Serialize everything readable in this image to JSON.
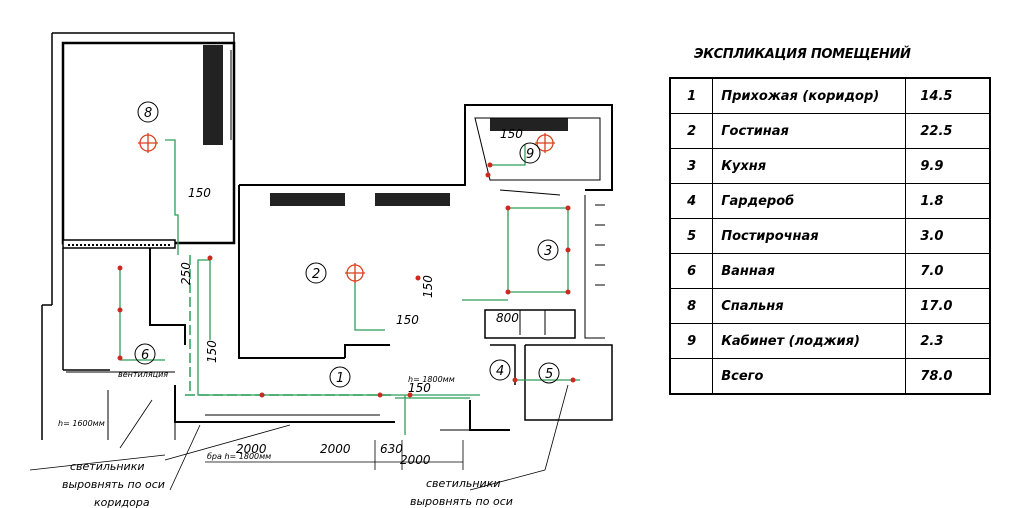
{
  "explication": {
    "title": "ЭКСПЛИКАЦИЯ ПОМЕЩЕНИЙ",
    "rows": [
      {
        "num": "1",
        "name": "Прихожая (коридор)",
        "area": "14.5"
      },
      {
        "num": "2",
        "name": "Гостиная",
        "area": "22.5"
      },
      {
        "num": "3",
        "name": "Кухня",
        "area": "9.9"
      },
      {
        "num": "4",
        "name": "Гардероб",
        "area": "1.8"
      },
      {
        "num": "5",
        "name": "Постирочная",
        "area": "3.0"
      },
      {
        "num": "6",
        "name": "Ванная",
        "area": "7.0"
      },
      {
        "num": "8",
        "name": "Спальня",
        "area": "17.0"
      },
      {
        "num": "9",
        "name": "Кабинет (лоджия)",
        "area": "2.3"
      },
      {
        "num": "",
        "name": "Всего",
        "area": "78.0"
      }
    ]
  },
  "plan": {
    "room_numbers": {
      "r1": "1",
      "r2": "2",
      "r3": "3",
      "r4": "4",
      "r5": "5",
      "r6": "6",
      "r8": "8",
      "r9": "9"
    },
    "dimensions": {
      "d150_bedroom": "150",
      "d150_loggia": "150",
      "d250": "250",
      "d150_kitchen": "150",
      "d150_living": "150",
      "d150_bath": "150",
      "d800": "800",
      "d150_hall": "150",
      "d2000_a": "2000",
      "d2000_b": "2000",
      "d630": "630",
      "d2000_c": "2000"
    },
    "labels": {
      "ventilation": "вентиляция",
      "h1600": "h= 1600мм",
      "h1800": "h= 1800мм",
      "bra": "бра h= 1800мм",
      "lamps_left_1": "светильники",
      "lamps_left_2": "выровнять по оси",
      "lamps_left_3": "коридора",
      "lamps_right_1": "светильники",
      "lamps_right_2": "выровнять по оси"
    },
    "colors": {
      "walls": "#000000",
      "wiring": "#2e9e5a",
      "points": "#cc2a20",
      "lights": "#d9401f"
    }
  }
}
